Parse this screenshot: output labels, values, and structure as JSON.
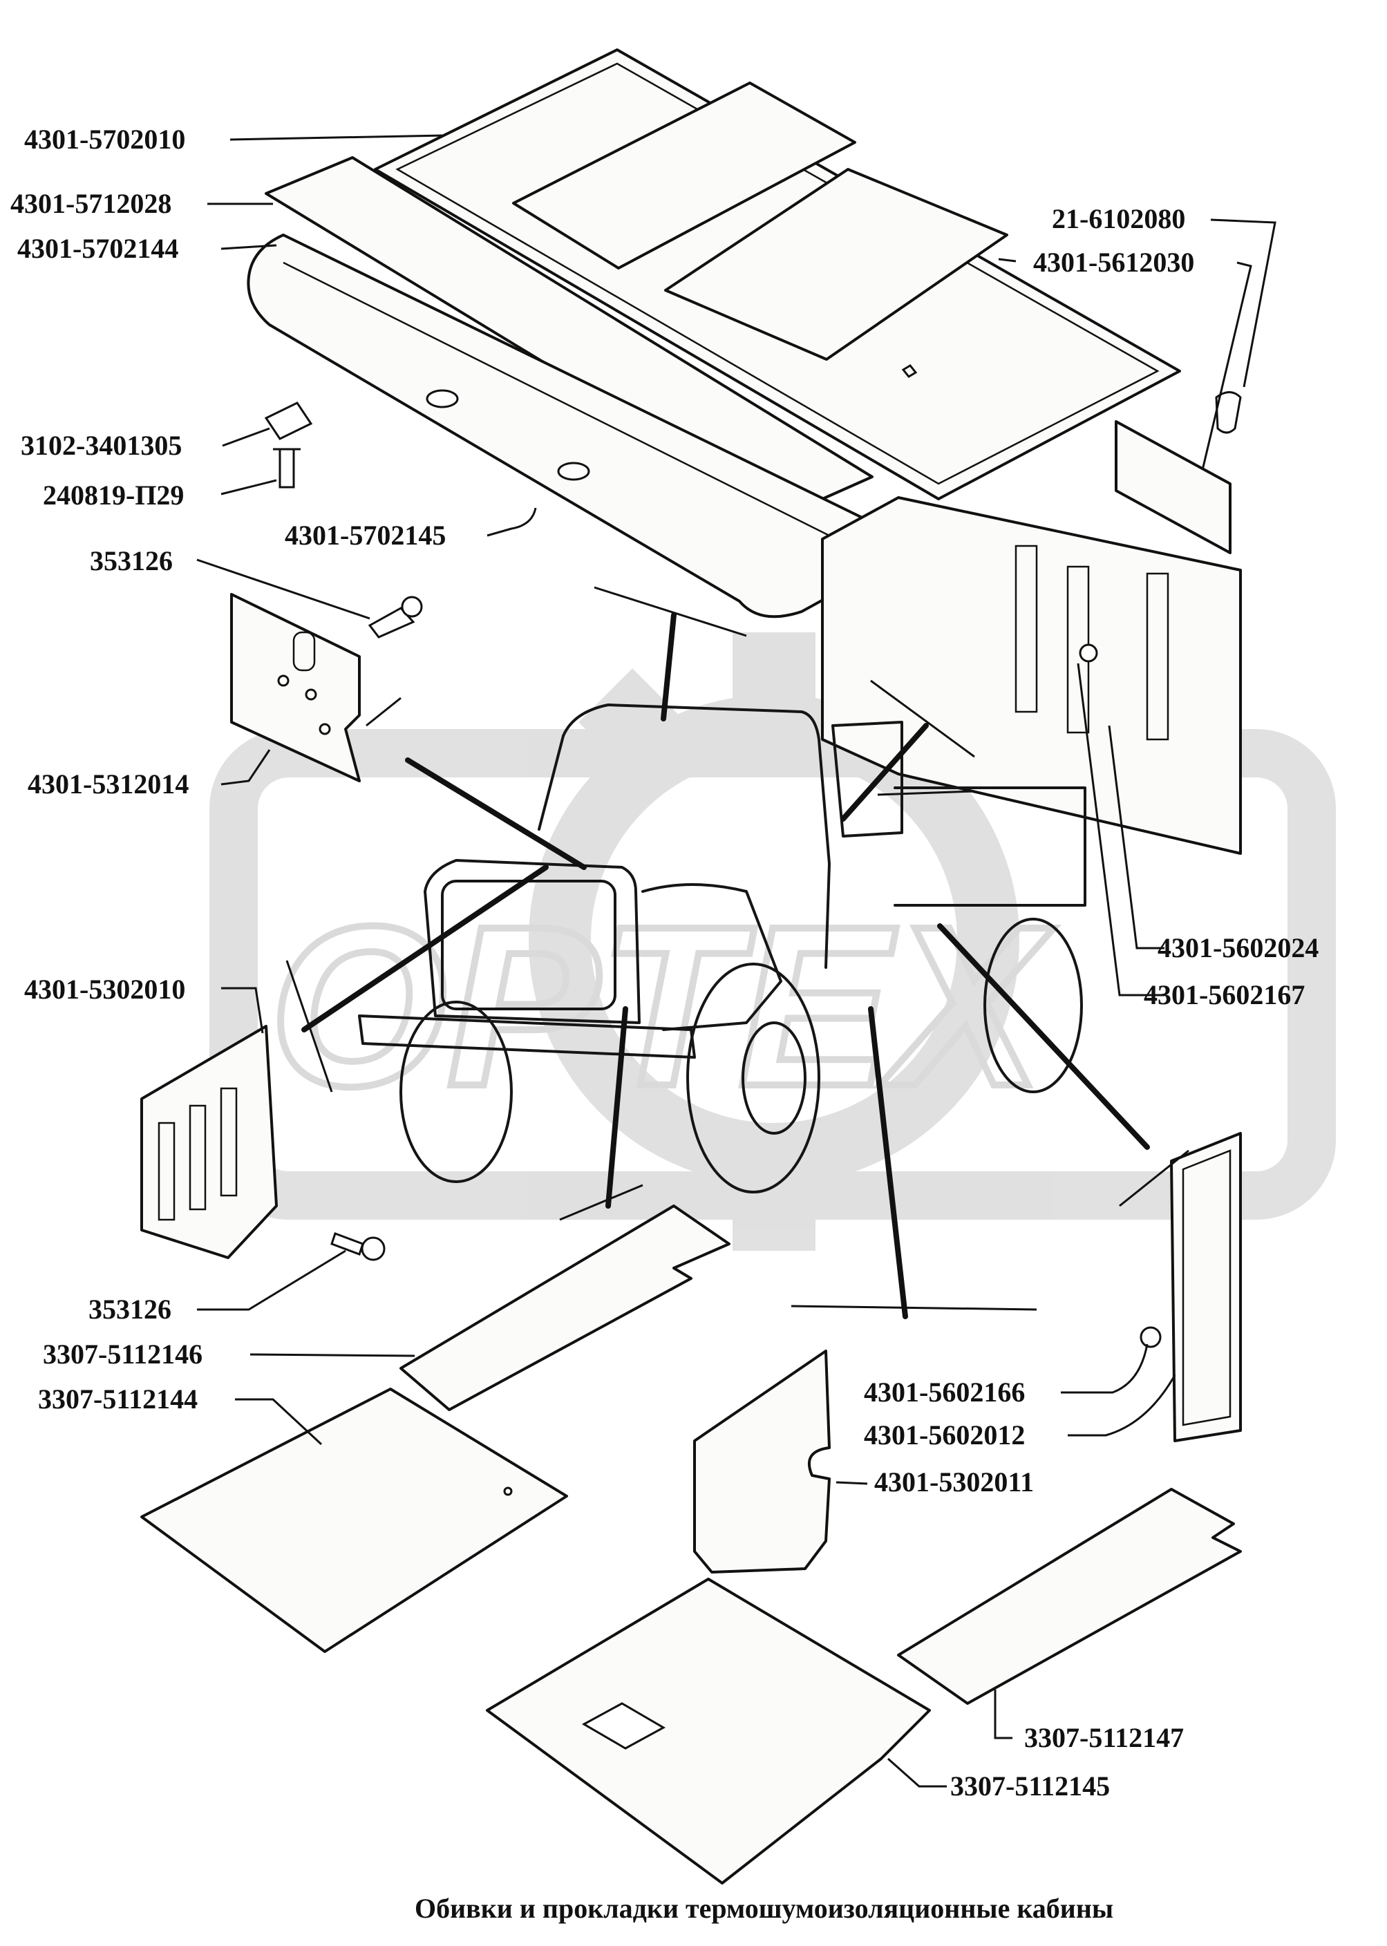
{
  "caption": "Обивки и прокладки термошумоизоляционные кабины",
  "watermark": "OPTEX",
  "labels": {
    "l01": "4301-5702010",
    "l02": "4301-5712028",
    "l03": "4301-5702144",
    "l04": "21-6102080",
    "l05": "4301-5612030",
    "l06": "3102-3401305",
    "l07": "240819-П29",
    "l08": "4301-5702145",
    "l09": "353126",
    "l10": "4301-5312014",
    "l11": "4301-5302010",
    "l12": "4301-5602024",
    "l13": "4301-5602167",
    "l14": "353126",
    "l15": "3307-5112146",
    "l16": "3307-5112144",
    "l17": "4301-5602166",
    "l18": "4301-5602012",
    "l19": "4301-5302011",
    "l20": "3307-5112147",
    "l21": "3307-5112145"
  },
  "colors": {
    "watermark": "#c8c8c8",
    "line": "#111111",
    "background": "#ffffff"
  }
}
